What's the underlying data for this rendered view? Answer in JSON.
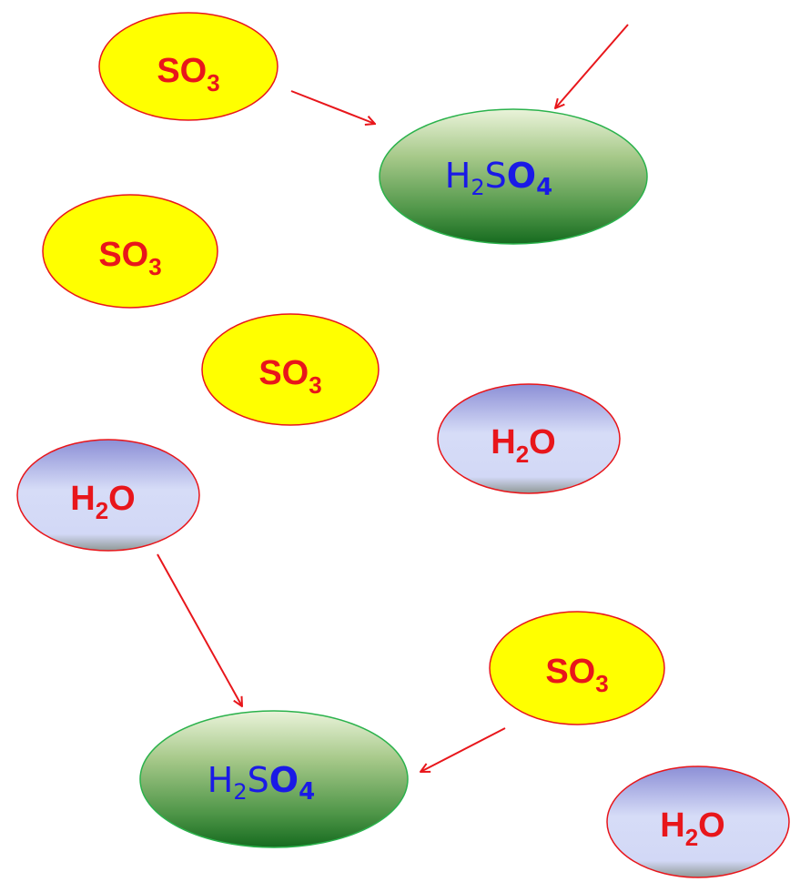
{
  "colors": {
    "so3_fill": "#ffff00",
    "so3_text": "#e8161b",
    "h2o_text": "#e8161b",
    "acid_text": "#1a1ae6",
    "outline": "#e8161b",
    "arrow": "#e8161b",
    "acid_outline": "#2bb24c"
  },
  "molecules": {
    "so3_1": {
      "base": "SO",
      "sub": "3"
    },
    "so3_2": {
      "base": "SO",
      "sub": "3"
    },
    "so3_3": {
      "base": "SO",
      "sub": "3"
    },
    "so3_4": {
      "base": "SO",
      "sub": "3"
    },
    "h2o_1": {
      "pre": "H",
      "sub": "2",
      "post": "O"
    },
    "h2o_2": {
      "pre": "H",
      "sub": "2",
      "post": "O"
    },
    "h2o_3": {
      "pre": "H",
      "sub": "2",
      "post": "O"
    },
    "acid_1": {
      "pre": "H",
      "sub": "2",
      "mid": "S",
      "o": "O",
      "osub": "4"
    },
    "acid_2": {
      "pre": "H",
      "sub": "2",
      "mid": "S",
      "o": "O",
      "osub": "4"
    }
  }
}
